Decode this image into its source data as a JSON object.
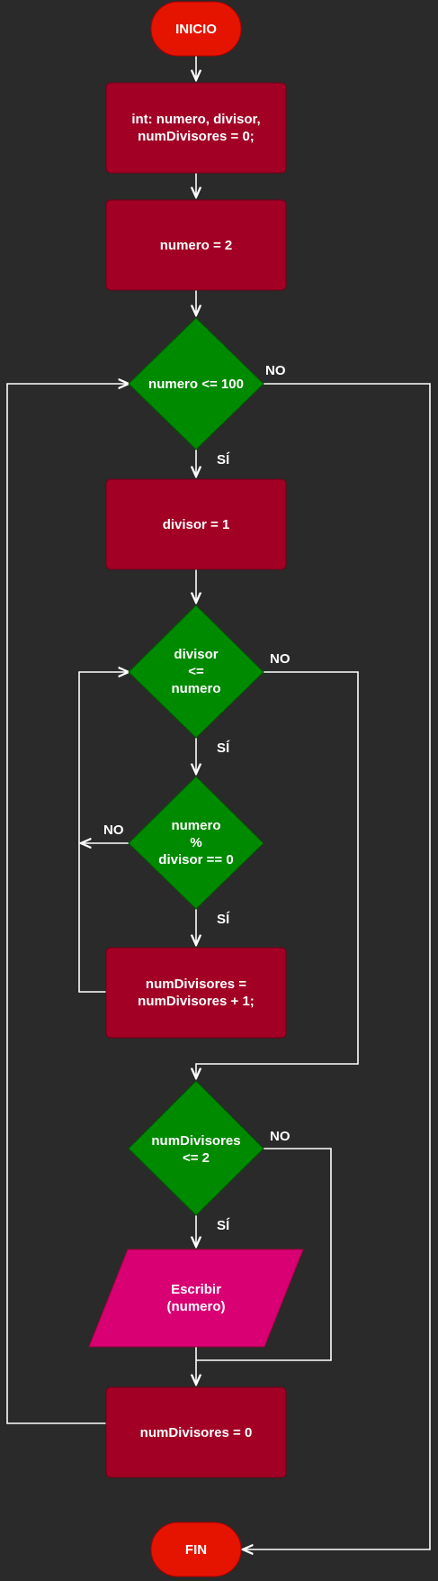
{
  "colors": {
    "background": "#2a2a2a",
    "terminal": "#e51400",
    "process": "#a20025",
    "decision": "#008a00",
    "io": "#d80073",
    "edge": "#ffffff"
  },
  "nodes": {
    "inicio": {
      "lines": [
        "INICIO"
      ]
    },
    "declare": {
      "lines": [
        "int: numero, divisor,",
        "numDivisores = 0;"
      ]
    },
    "init_numero": {
      "lines": [
        "numero = 2"
      ]
    },
    "cond_numero": {
      "lines": [
        "numero <= 100"
      ]
    },
    "init_divisor": {
      "lines": [
        "divisor = 1"
      ]
    },
    "cond_divisor": {
      "lines": [
        "divisor",
        "<=",
        "numero"
      ]
    },
    "cond_mod": {
      "lines": [
        "numero",
        "%",
        "divisor == 0"
      ]
    },
    "increment": {
      "lines": [
        "numDivisores =",
        "numDivisores + 1;"
      ]
    },
    "cond_primo": {
      "lines": [
        "numDivisores",
        "<= 2"
      ]
    },
    "escribir": {
      "lines": [
        "Escribir",
        "(numero)"
      ]
    },
    "reset": {
      "lines": [
        "numDivisores = 0"
      ]
    },
    "fin": {
      "lines": [
        "FIN"
      ]
    }
  },
  "labels": {
    "yes": "SÍ",
    "no": "NO"
  }
}
